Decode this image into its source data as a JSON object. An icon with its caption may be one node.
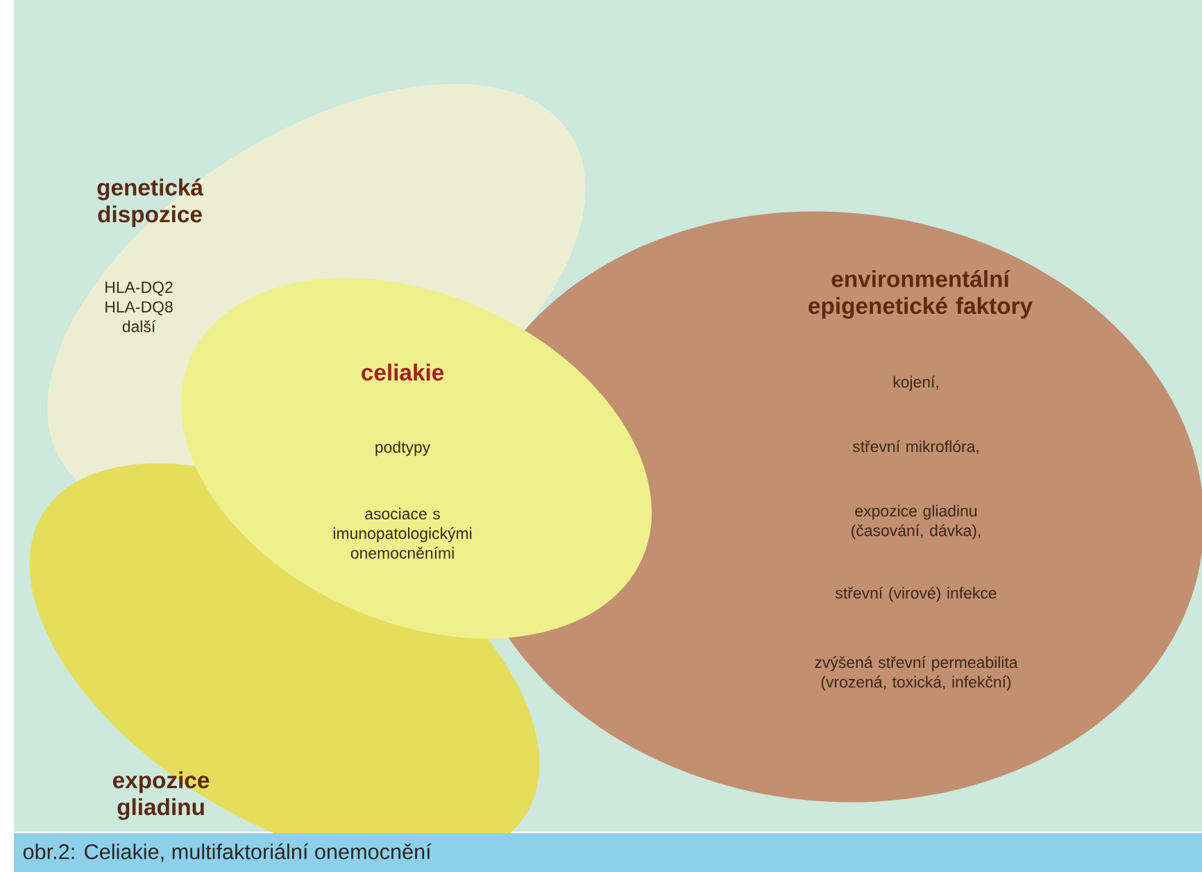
{
  "diagram": {
    "caption": "obr.2: Celiakie, multifaktoriální onemocnění",
    "nodes": [
      {
        "text": [
          "genetická dispozice",
          "HLA-DQ2 HLA-DQ8 další"
        ]
      },
      {
        "text": [
          "environmentální epigenetické faktory",
          "kojení,",
          "střevní mikroflóra,",
          "expozice gliadinu (časování, dávka),",
          "střevní (virové) infekce",
          "zvýšená střevní permeabilita (vrozená, toxická, infekční)"
        ]
      },
      {
        "text": [
          "expozice gliadinu"
        ]
      },
      {
        "text": [
          "celiakie",
          "podtypy",
          "asociace s imunopatologickými onemocněními"
        ]
      }
    ],
    "edges": []
  }
}
